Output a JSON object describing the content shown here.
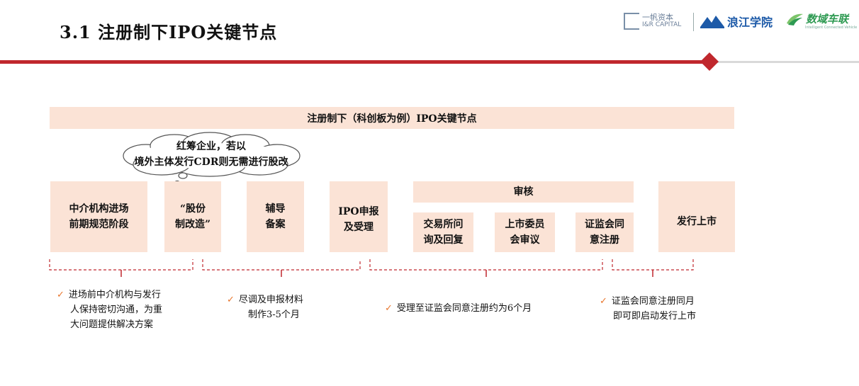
{
  "title": "3.1 注册制下IPO关键节点",
  "logos": {
    "capital_cn": "一帆资本",
    "capital_en": "I&R CAPITAL",
    "academy": "浪江学院",
    "union": "数域车联",
    "union_sub": "Intelligent Connected Vehicle"
  },
  "header": "注册制下（科创板为例）IPO关键节点",
  "cloud": {
    "line1": "红筹企业，若以",
    "line2": "境外主体发行CDR则无需进行股改"
  },
  "stages": {
    "s1": [
      "中介机构进场",
      "前期规范阶段"
    ],
    "s2": [
      "“股份",
      "制改造”"
    ],
    "s3": [
      "辅导",
      "备案"
    ],
    "s4": [
      "IPO申报",
      "及受理"
    ],
    "review": "审核",
    "r1": [
      "交易所问",
      "询及回复"
    ],
    "r2": [
      "上市委员",
      "会审议"
    ],
    "r3": [
      "证监会同",
      "意注册"
    ],
    "s5": "发行上市"
  },
  "notes": {
    "n1": [
      "进场前中介机构与发行",
      "人保持密切沟通，为重",
      "大问题提供解决方案"
    ],
    "n2": [
      "尽调及申报材料",
      "制作3-5个月"
    ],
    "n3": [
      "受理至证监会同意注册约为6个月"
    ],
    "n4": [
      "证监会同意注册同月",
      "即可即启动发行上市"
    ]
  },
  "colors": {
    "accent": "#c0272d",
    "box_fill": "#fbe3d6",
    "check": "#e8772e"
  }
}
